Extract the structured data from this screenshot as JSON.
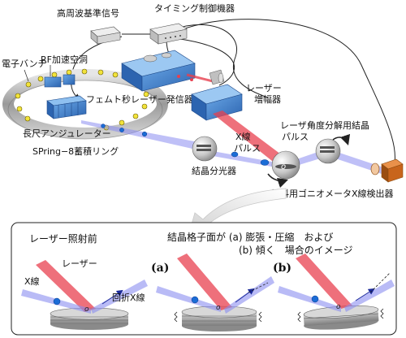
{
  "labels": {
    "hf_signal": "高周波基準信号",
    "timing_device": "タイミング制御機器",
    "rf_cavity": "RF加速空洞",
    "electron_bunch": "電子バンチ",
    "femto_laser": "フェムト秒レーザー発信器",
    "laser_amp_1": "レーザー",
    "laser_amp_2": "増幅器",
    "undulator": "長尺アンジュレーター",
    "storage_ring": "SPring−8蓄積リング",
    "laser_pulse_1": "レーザー",
    "laser_pulse_2": "パルス",
    "xray_pulse_1": "X線",
    "xray_pulse_2": "パルス",
    "crystal_splitter": "結晶分光器",
    "angle_crystal": "角度分解用結晶",
    "goniometer": "試料用ゴニオメータ",
    "xray_detector": "X線検出器"
  },
  "inset": {
    "before_title": "レーザー照射前",
    "heading_line1": "結晶格子面が (a) 膨張・圧縮　および",
    "heading_line2": "(b) 傾く　場合のイメージ",
    "panel_a": "(a)",
    "panel_b": "(b)",
    "laser": "レーザー",
    "xray": "X線",
    "diffracted": "回折X線"
  },
  "colors": {
    "laser": "#e8404f",
    "xray": "#7b7fe8",
    "device_blue": "#3d7fc9",
    "detector": "#c8651c",
    "bunch": "#f2e33a"
  }
}
